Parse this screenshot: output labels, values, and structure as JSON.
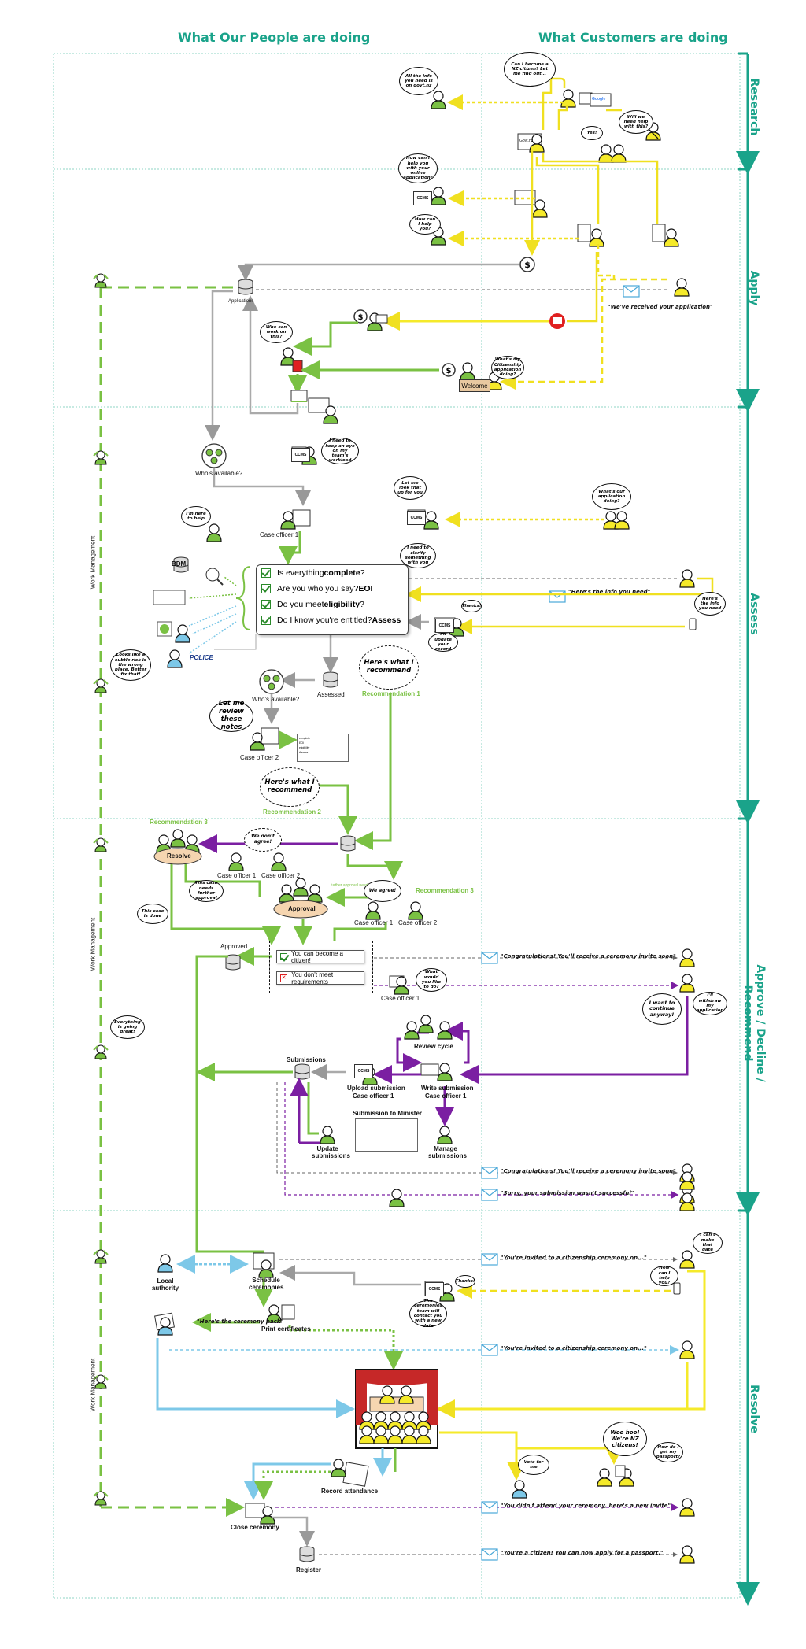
{
  "headers": {
    "left": "What Our People are doing",
    "right": "What Customers are doing"
  },
  "stages": [
    "Research",
    "Apply",
    "Assess",
    "Approve / Decline / Recommend",
    "Resolve"
  ],
  "work_management": "Work Management",
  "labels": {
    "applications": "Applications",
    "whos_available": "Who's available?",
    "case_officer_1": "Case officer 1",
    "case_officer_2": "Case officer 2",
    "bdm": "BDM",
    "police": "POLICE",
    "assessed": "Assessed",
    "recommendation_1": "Recommendation 1",
    "recommendation_2": "Recommendation 2",
    "recommendation_3": "Recommendation 3",
    "resolve": "Resolve",
    "approval": "Approval",
    "approved": "Approved",
    "further_approval": "further approval needed",
    "review_cycle": "Review cycle",
    "submissions": "Submissions",
    "upload_submission": "Upload submission",
    "write_submission": "Write submission",
    "submission_to_minister": "Submission to Minister",
    "update_submissions": "Update submissions",
    "manage_submissions": "Manage submissions",
    "local_authority": "Local authority",
    "schedule_ceremonies": "Schedule ceremonies",
    "print_certificates": "Print certificates",
    "record_attendance": "Record attendance",
    "close_ceremony": "Close ceremony",
    "register": "Register",
    "ccms": "CCMS",
    "govt_nz": "Govt.nz",
    "google": "Google",
    "welcome": "Welcome"
  },
  "checklist": [
    {
      "pre": "Is everything ",
      "bold": "complete",
      "post": "?"
    },
    {
      "pre": "Are you who you say? ",
      "bold": "EOI",
      "post": ""
    },
    {
      "pre": "Do you meet ",
      "bold": "eligibility",
      "post": "?"
    },
    {
      "pre": "Do I know you're entitled? ",
      "bold": "Assess",
      "post": ""
    }
  ],
  "outcomes": {
    "yes": "You can become a citizen!",
    "no": "You don't meet requirements"
  },
  "clouds": {
    "can_i_become": "Can I become a NZ citizen? Let me find out...",
    "all_the_info": "All the info you need is on govt.nz",
    "will_we_need": "Will we need help with this?",
    "yes": "Yes!",
    "how_can_i_help_online": "How can I help you with your online application?",
    "how_can_i_help": "How can I help you?",
    "who_can_work": "Who can work on this?",
    "whats_my_application": "What's my Citizenship application doing?",
    "i_need_to_keep": "I need to keep an eye on my team's workload",
    "im_here_to_help": "I'm here to help",
    "let_me_look": "Let me look that up for you",
    "whats_our_application": "What's our application doing?",
    "i_need_to_clarify": "I need to clarify something with you",
    "heres_the_info_you_need": "Here's the info you need",
    "thanks": "Thanks!",
    "ill_update": "I'll update your record",
    "looks_like_subtle": "Looks like a subtle risk is the wrong place. Better fix that!",
    "heres_what_i_recommend": "Here's what I recommend",
    "let_me_review": "Let me review these notes",
    "we_dont_agree": "We don't agree!",
    "we_agree": "We agree!",
    "this_case_needs": "This case needs further approval",
    "this_case_is_done": "This case is done",
    "what_would_you_like": "What would you like to do?",
    "i_want_to_continue": "I want to continue anyway!",
    "ill_withdraw": "I'll withdraw my application",
    "everything_is_going": "Everything is going great!",
    "i_cant_make": "I can't make that date",
    "the_ceremonies_team": "The ceremonies team will contact you with a new date",
    "woo_hoo": "Woo hoo! We're NZ citizens!",
    "vote_for_me": "Vote for me",
    "how_do_i_get": "How do I get my passport?"
  },
  "messages": {
    "weve_received": "\"We've received your application\"",
    "heres_the_info": "\"Here's the info you need\"",
    "congratulations_1": "\"Congratulations! You'll receive a ceremony invite soon\"",
    "congratulations_2": "\"Congratulations! You'll receive a ceremony invite soon\"",
    "sorry": "\"Sorry, your submission wasn't successful\"",
    "youre_invited_1": "\"You're invited to a citizenship ceremony on...\"",
    "youre_invited_2": "\"You're invited to a citizenship ceremony on...\"",
    "didnt_attend": "\"You didn't attend your ceremony, here's a new invite\"",
    "youre_a_citizen": "\"You're a citizen! You can now apply for a passport.\"",
    "heres_the_ceremony_pack": "\"Here's the ceremony pack\""
  },
  "colors": {
    "teal": "#1aa38a",
    "green": "#7ac143",
    "yellow": "#f5ea2a",
    "purple": "#7b1fa2",
    "blue": "#7dc8e8",
    "grey": "#aaaaaa",
    "red": "#e02020"
  }
}
